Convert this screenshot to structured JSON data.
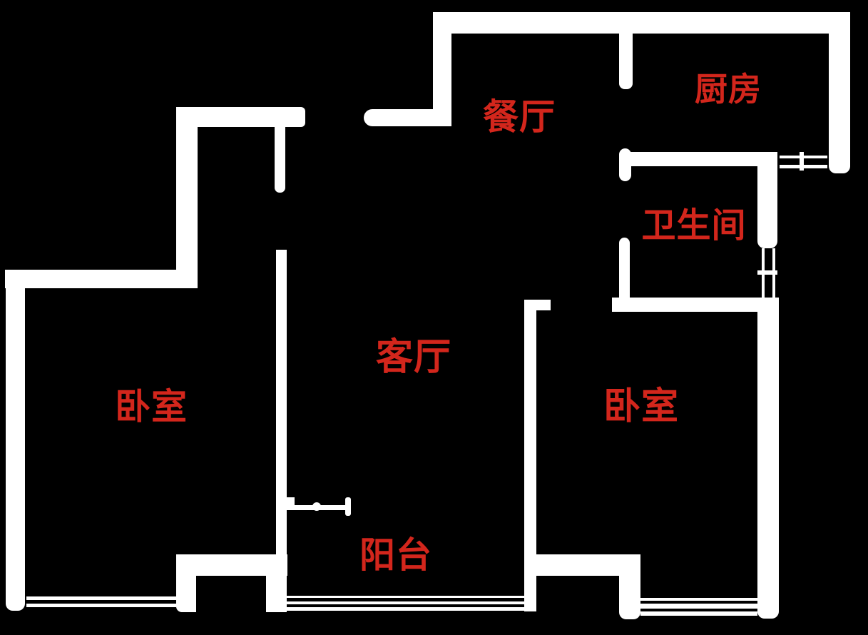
{
  "colors": {
    "background": "#000000",
    "wall": "#ffffff",
    "label": "#d3261c"
  },
  "rooms": [
    {
      "id": "dining-room",
      "label": "餐厅"
    },
    {
      "id": "kitchen",
      "label": "厨房"
    },
    {
      "id": "bathroom",
      "label": "卫生间"
    },
    {
      "id": "living-room",
      "label": "客厅"
    },
    {
      "id": "bedroom-left",
      "label": "卧室"
    },
    {
      "id": "bedroom-right",
      "label": "卧室"
    },
    {
      "id": "balcony",
      "label": "阳台"
    }
  ]
}
